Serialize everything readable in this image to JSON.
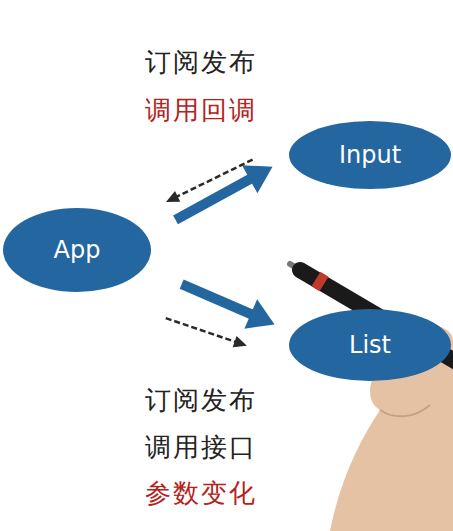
{
  "diagram": {
    "nodes": [
      {
        "text": [
          "App"
        ]
      },
      {
        "text": [
          "Input"
        ]
      },
      {
        "text": [
          "List"
        ]
      }
    ],
    "edges": [
      {
        "from": 0,
        "to": 1,
        "arrow": "to"
      },
      {
        "from": 1,
        "to": 0,
        "arrow": "to"
      },
      {
        "from": 0,
        "to": 2,
        "arrow": "to"
      },
      {
        "from": 0,
        "to": 2,
        "arrow": "to"
      }
    ],
    "labels": [
      "订阅发布",
      "调用回调",
      "订阅发布",
      "调用接口",
      "参数变化"
    ]
  }
}
